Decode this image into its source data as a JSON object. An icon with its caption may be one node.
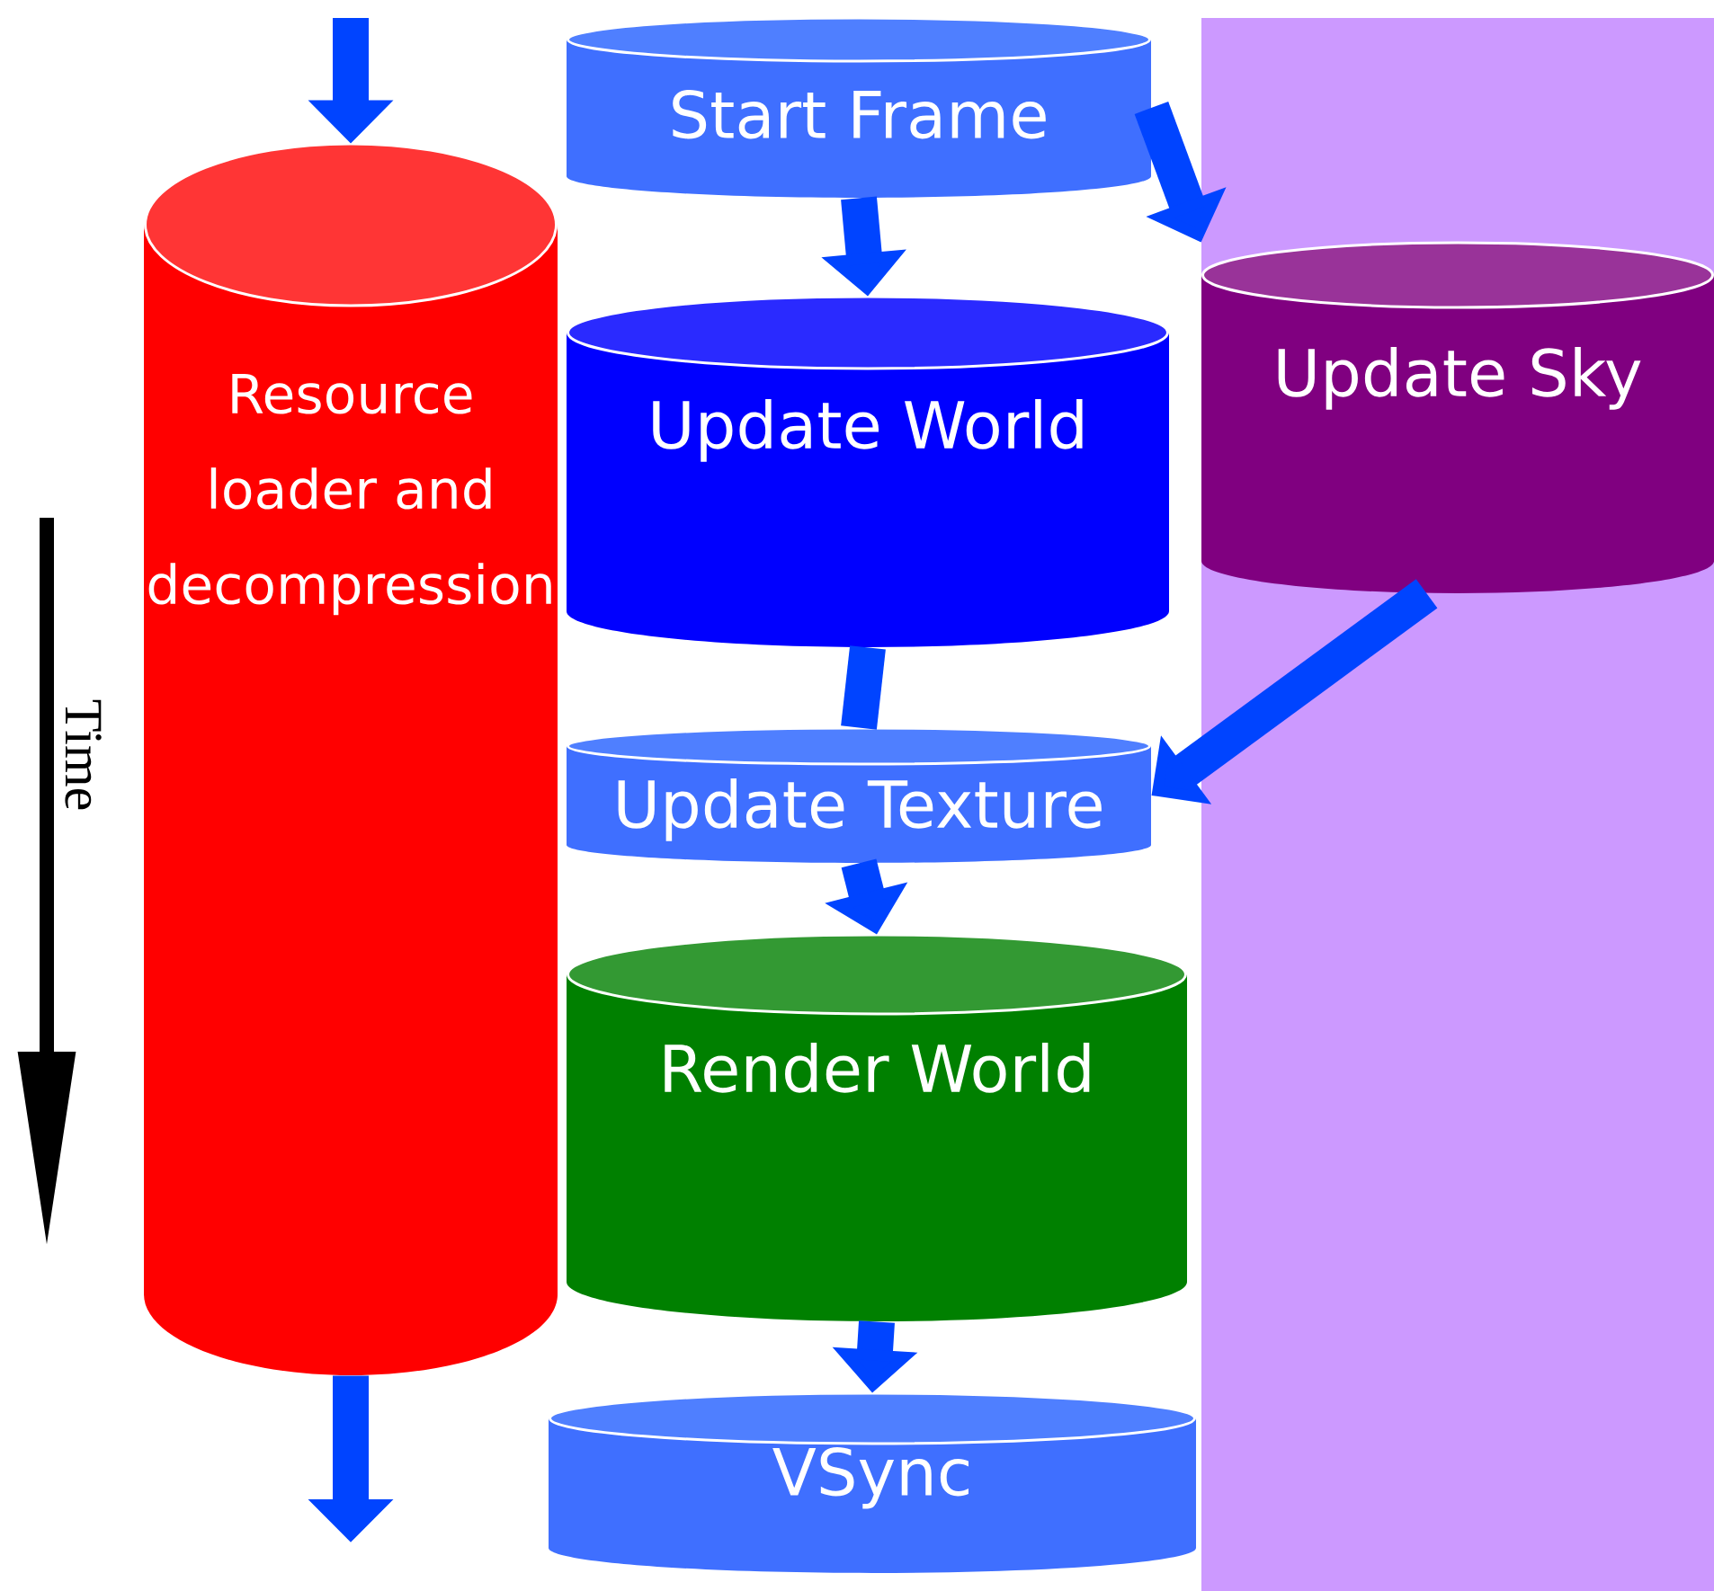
{
  "diagram": {
    "nodes": [
      {
        "text": [
          "Resource loader and decompression"
        ]
      },
      {
        "text": [
          "Start Frame"
        ]
      },
      {
        "text": [
          "Update World"
        ]
      },
      {
        "text": [
          "Update Sky"
        ]
      },
      {
        "text": [
          "Update Texture"
        ]
      },
      {
        "text": [
          "Render World"
        ]
      },
      {
        "text": [
          "VSync"
        ]
      }
    ],
    "edges": [
      {
        "from": null,
        "to": 0,
        "arrow": "to"
      },
      {
        "from": 0,
        "to": null,
        "arrow": "to"
      },
      {
        "from": 1,
        "to": 2,
        "arrow": "to"
      },
      {
        "from": 1,
        "to": 3,
        "arrow": "to"
      },
      {
        "from": 2,
        "to": 4,
        "arrow": "none"
      },
      {
        "from": 3,
        "to": 4,
        "arrow": "to"
      },
      {
        "from": 4,
        "to": 5,
        "arrow": "to"
      },
      {
        "from": 5,
        "to": 6,
        "arrow": "to"
      }
    ],
    "labels": [
      "Time"
    ]
  }
}
